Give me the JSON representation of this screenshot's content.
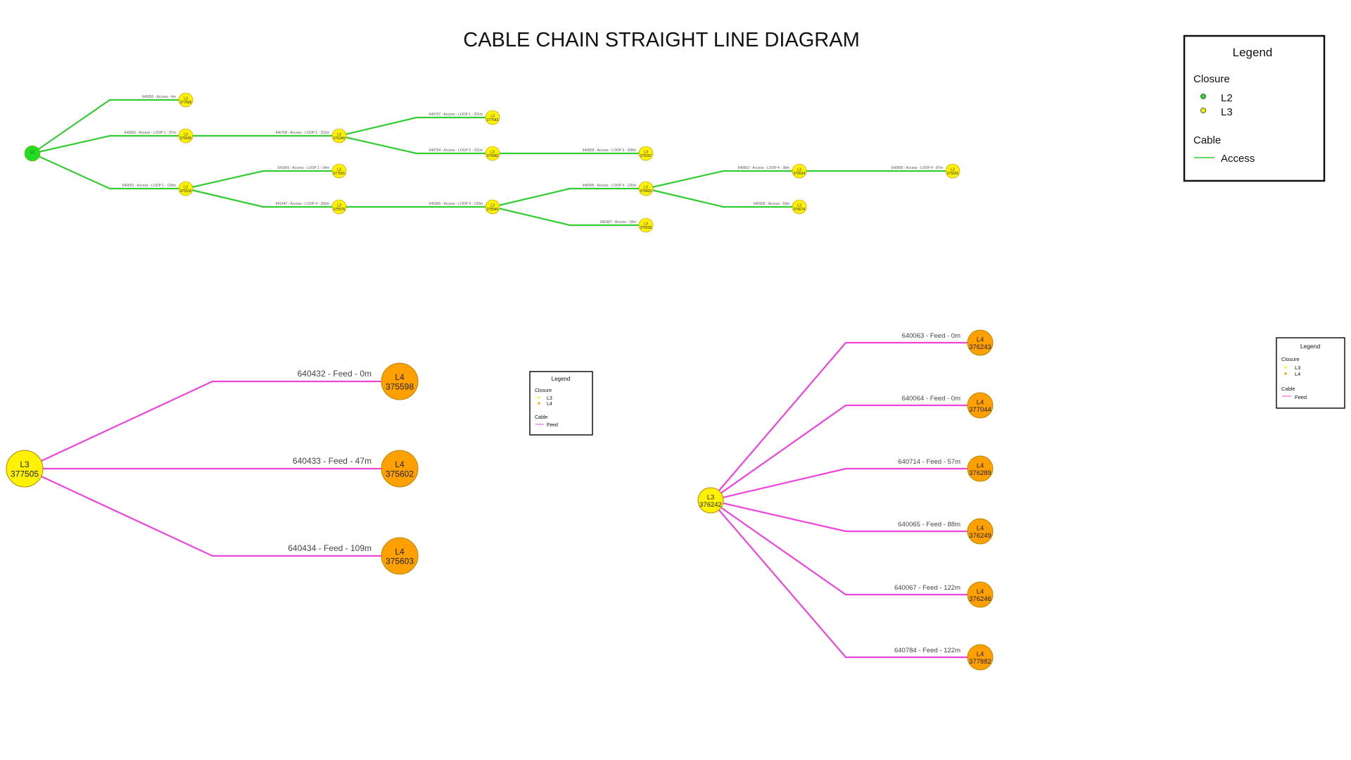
{
  "title": "CABLE CHAIN STRAIGHT LINE DIAGRAM",
  "colors": {
    "L2": "#22dd22",
    "L3": "#fff200",
    "L4": "#ff9f00",
    "access": "#33cc33",
    "feed": "#ee44dd"
  },
  "legend_main": {
    "title": "Legend",
    "closure_heading": "Closure",
    "closure_items": [
      "L2",
      "L3"
    ],
    "cable_heading": "Cable",
    "cable_items": [
      "Access"
    ]
  },
  "legend_small_1": {
    "title": "Legend",
    "closure_heading": "Closure",
    "closure_items": [
      "L3",
      "L4"
    ],
    "cable_heading": "Cable",
    "cable_items": [
      "Feed"
    ]
  },
  "legend_small_2": {
    "title": "Legend",
    "closure_heading": "Closure",
    "closure_items": [
      "L3",
      "L4"
    ],
    "cable_heading": "Cable",
    "cable_items": [
      "Feed"
    ]
  },
  "tree_access": {
    "nodes": [
      {
        "level": "L2",
        "id": ""
      },
      {
        "level": "L3",
        "id": "377506"
      },
      {
        "level": "L3",
        "id": "375505"
      },
      {
        "level": "L3",
        "id": "375510"
      },
      {
        "level": "L3",
        "id": "376240"
      },
      {
        "level": "L3",
        "id": "377501"
      },
      {
        "level": "L3",
        "id": "375576"
      },
      {
        "level": "L3",
        "id": "377642"
      },
      {
        "level": "L3",
        "id": "375560"
      },
      {
        "level": "L3",
        "id": "375545"
      },
      {
        "level": "L3",
        "id": "376257"
      },
      {
        "level": "L3",
        "id": "376822"
      },
      {
        "level": "L3",
        "id": "375535"
      },
      {
        "level": "L3",
        "id": "375524"
      },
      {
        "level": "L3",
        "id": "376674"
      },
      {
        "level": "L3",
        "id": "375525"
      }
    ],
    "cables": [
      {
        "label": "640650 - Access - 4m"
      },
      {
        "label": "640655 - Access - LOOP 1 - 97m"
      },
      {
        "label": "640652 - Access - LOOP 1 - 128m"
      },
      {
        "label": "640706 - Access - LOOP 1 - 222m"
      },
      {
        "label": "641656 - Access - LOOP 1 - 34m"
      },
      {
        "label": "641447 - Access - LOOP 4 - 206m"
      },
      {
        "label": "640707 - Access - LOOP 1 - 231m"
      },
      {
        "label": "640704 - Access - LOOP 2 - 231m"
      },
      {
        "label": "640900 - Access - LOOP 4 - 139m"
      },
      {
        "label": "640809 - Access - LOOP 3 - 208m"
      },
      {
        "label": "640905 - Access - LOOP 4 - 126m"
      },
      {
        "label": "640907 - Access - 18m"
      },
      {
        "label": "640902 - Access - LOOP 4 - 38m"
      },
      {
        "label": "640905 - Access - 18m"
      },
      {
        "label": "640908 - Access - LOOP 4 - 87m"
      }
    ]
  },
  "tree_feed_1": {
    "root": {
      "level": "L3",
      "id": "377505"
    },
    "children": [
      {
        "level": "L4",
        "id": "375598",
        "cable": "640432 - Feed -  0m"
      },
      {
        "level": "L4",
        "id": "375602",
        "cable": "640433 - Feed -  47m"
      },
      {
        "level": "L4",
        "id": "375603",
        "cable": "640434 - Feed -  109m"
      }
    ]
  },
  "tree_feed_2": {
    "root": {
      "level": "L3",
      "id": "376242"
    },
    "children": [
      {
        "level": "L4",
        "id": "376243",
        "cable": "640063 - Feed -  0m"
      },
      {
        "level": "L4",
        "id": "377044",
        "cable": "640064 - Feed -  0m"
      },
      {
        "level": "L4",
        "id": "376289",
        "cable": "640714 - Feed -  57m"
      },
      {
        "level": "L4",
        "id": "376249",
        "cable": "640065 - Feed -  88m"
      },
      {
        "level": "L4",
        "id": "376246",
        "cable": "640067 - Feed -  122m"
      },
      {
        "level": "L4",
        "id": "377882",
        "cable": "640784 - Feed -  122m"
      }
    ]
  }
}
